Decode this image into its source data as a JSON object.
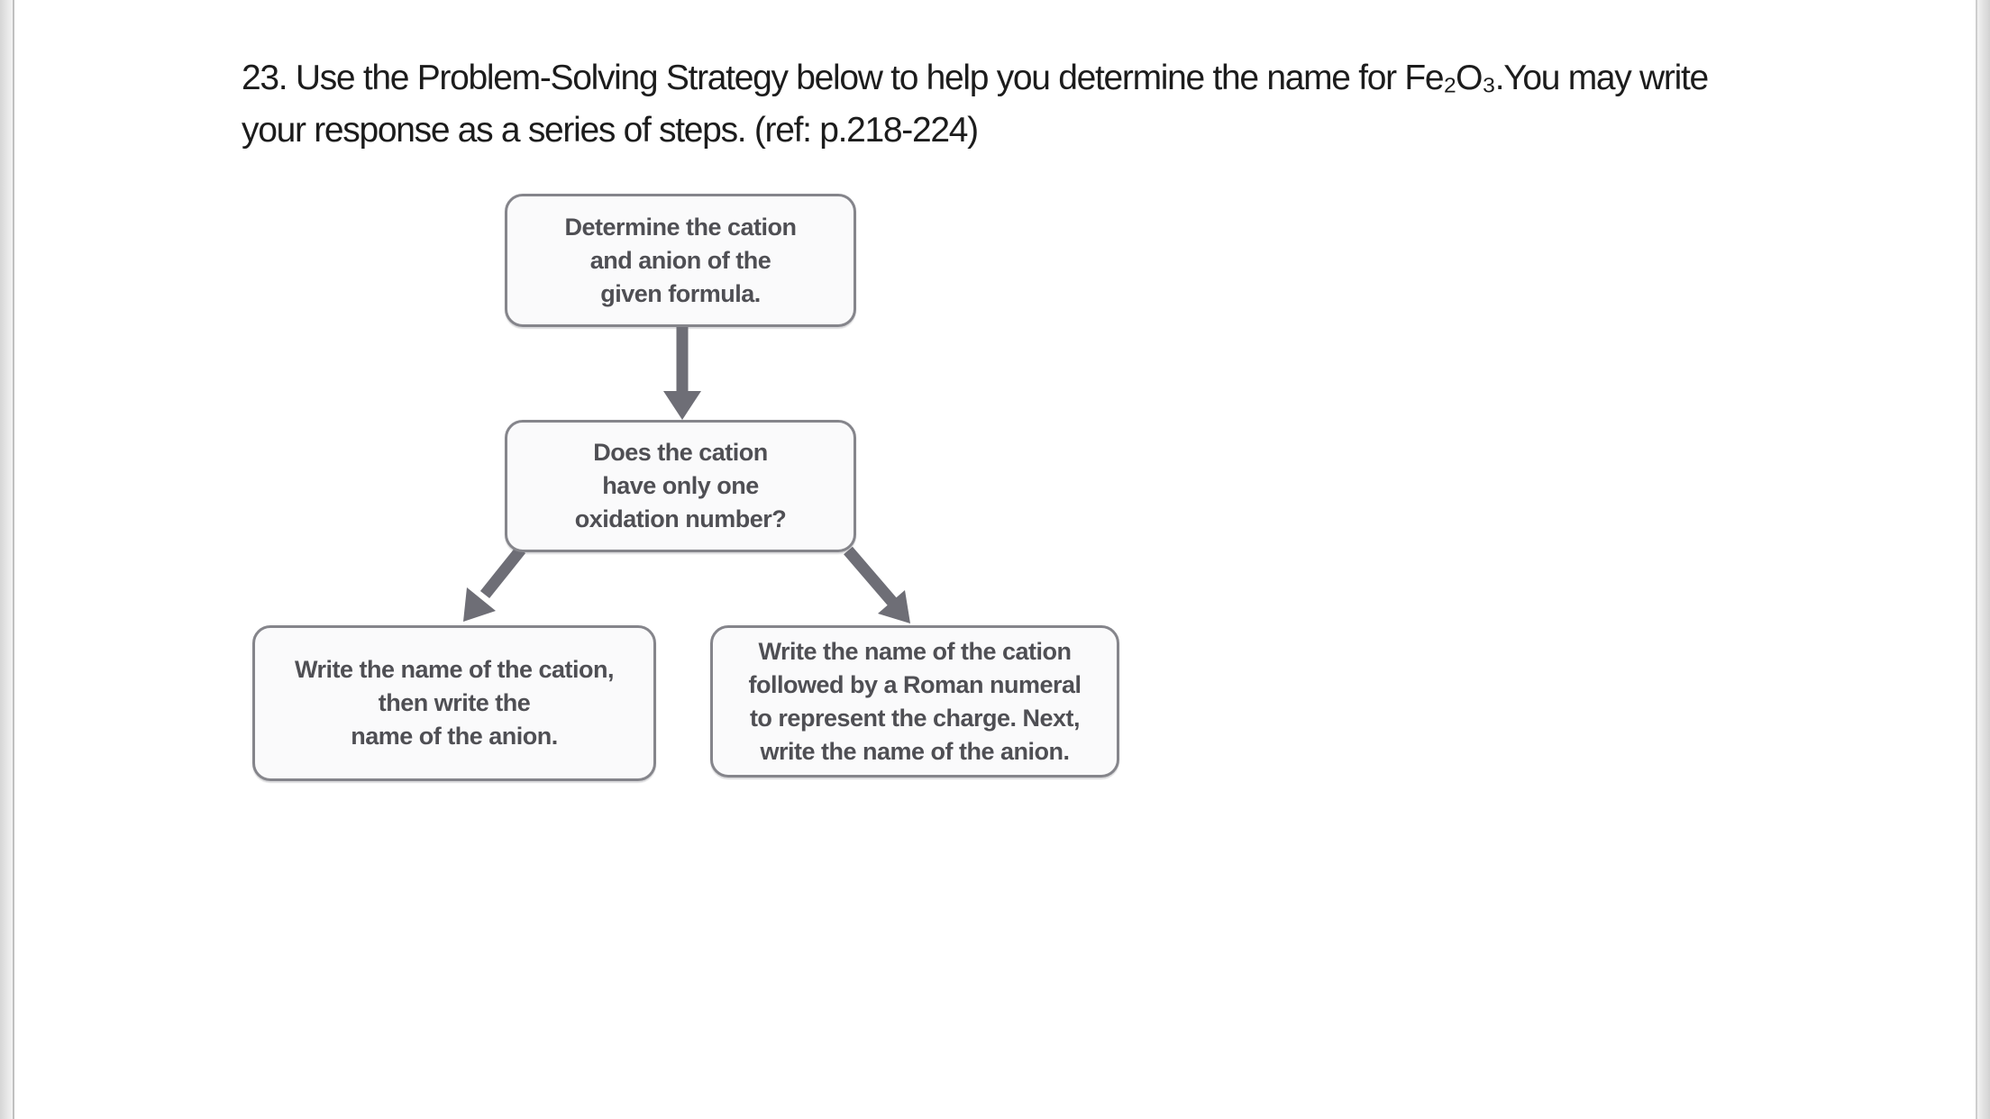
{
  "question": {
    "number": "23",
    "lines": [
      "23. Use the Problem-Solving Strategy below to help you determine the name for Fe₂O₃.You may write",
      "your response as a series of steps. (ref: p.218-224)"
    ]
  },
  "flowchart": {
    "boxes": [
      {
        "id": "step-1",
        "lines": [
          "Determine the cation",
          "and anion of the",
          "given formula."
        ]
      },
      {
        "id": "step-2",
        "lines": [
          "Does the cation",
          "have only one",
          "oxidation number?"
        ]
      },
      {
        "id": "branch-left",
        "lines": [
          "Write the name of the cation,",
          "then write the",
          "name of the anion."
        ]
      },
      {
        "id": "branch-right",
        "lines": [
          "Write the name of the cation",
          "followed by a Roman numeral",
          "to represent the charge. Next,",
          "write the name of the anion."
        ]
      }
    ],
    "connections": [
      {
        "from": "step-1",
        "to": "step-2"
      },
      {
        "from": "step-2",
        "to": "branch-left"
      },
      {
        "from": "step-2",
        "to": "branch-right"
      }
    ],
    "colors": {
      "box_border": "#85858b",
      "box_fill": "#fafafb",
      "box_text": "#4f4f54",
      "arrow": "#6e6e76"
    }
  },
  "page": {
    "background": "#ffffff",
    "edge_gutter_color": "#d6d6d6"
  }
}
